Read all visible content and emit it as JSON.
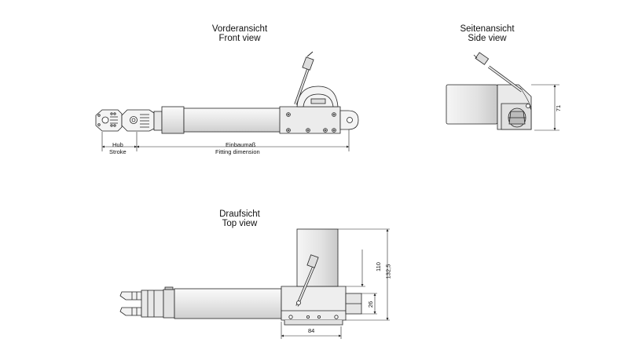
{
  "views": {
    "front": {
      "title_de": "Vorderansicht",
      "title_en": "Front view"
    },
    "side": {
      "title_de": "Seitenansicht",
      "title_en": "Side view"
    },
    "top": {
      "title_de": "Draufsicht",
      "title_en": "Top view"
    }
  },
  "dimensions": {
    "stroke_de": "Hub",
    "stroke_en": "Stroke",
    "fitting_de": "Einbaumaß",
    "fitting_en": "Fitting dimension",
    "side_height": "71",
    "top_height_inner": "110",
    "top_height_outer": "132,5",
    "top_mount": "26",
    "top_width": "84"
  },
  "colors": {
    "line": "#222222",
    "fill_light": "#f2f2f2",
    "fill_mid": "#dedede",
    "fill_dark": "#c8c8c8"
  }
}
